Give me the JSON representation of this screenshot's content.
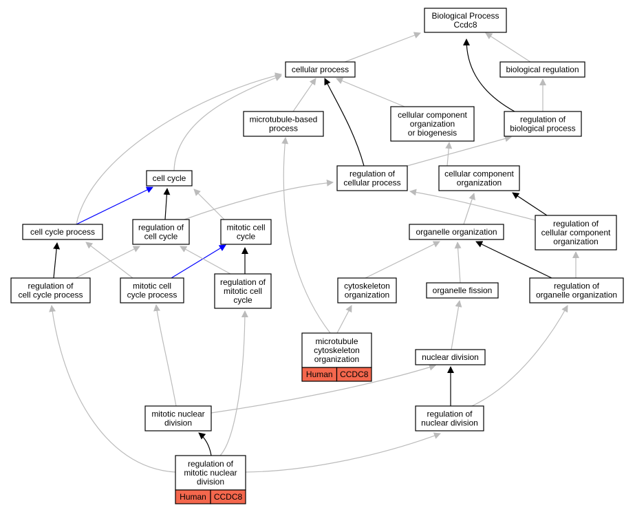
{
  "graph": {
    "colors": {
      "is_a": "#bbbbbb",
      "regulates": "#000000",
      "part_of": "#0000ff",
      "annotation": "#f4674d"
    },
    "nodes": [
      {
        "id": "bp",
        "lines": [
          "Biological Process",
          "Ccdc8"
        ]
      },
      {
        "id": "cellular_process",
        "lines": [
          "cellular process"
        ]
      },
      {
        "id": "biological_regulation",
        "lines": [
          "biological regulation"
        ]
      },
      {
        "id": "microtubule_based_process",
        "lines": [
          "microtubule-based",
          "process"
        ]
      },
      {
        "id": "ccob",
        "lines": [
          "cellular component",
          "organization",
          "or biogenesis"
        ]
      },
      {
        "id": "reg_bio_process",
        "lines": [
          "regulation of",
          "biological process"
        ]
      },
      {
        "id": "cell_cycle",
        "lines": [
          "cell cycle"
        ]
      },
      {
        "id": "reg_cellular_process",
        "lines": [
          "regulation of",
          "cellular process"
        ]
      },
      {
        "id": "cco",
        "lines": [
          "cellular component",
          "organization"
        ]
      },
      {
        "id": "cell_cycle_process",
        "lines": [
          "cell cycle process"
        ]
      },
      {
        "id": "reg_cell_cycle",
        "lines": [
          "regulation of",
          "cell cycle"
        ]
      },
      {
        "id": "mitotic_cell_cycle",
        "lines": [
          "mitotic cell",
          "cycle"
        ]
      },
      {
        "id": "organelle_org",
        "lines": [
          "organelle organization"
        ]
      },
      {
        "id": "reg_cco",
        "lines": [
          "regulation of",
          "cellular component",
          "organization"
        ]
      },
      {
        "id": "reg_ccp",
        "lines": [
          "regulation of",
          "cell cycle process"
        ]
      },
      {
        "id": "mitotic_ccp",
        "lines": [
          "mitotic cell",
          "cycle process"
        ]
      },
      {
        "id": "reg_mitotic_cc",
        "lines": [
          "regulation of",
          "mitotic cell",
          "cycle"
        ]
      },
      {
        "id": "cytoskeleton_org",
        "lines": [
          "cytoskeleton",
          "organization"
        ]
      },
      {
        "id": "organelle_fission",
        "lines": [
          "organelle fission"
        ]
      },
      {
        "id": "reg_organelle_org",
        "lines": [
          "regulation of",
          "organelle organization"
        ]
      },
      {
        "id": "mt_cytoskeleton_org",
        "lines": [
          "microtubule",
          "cytoskeleton",
          "organization"
        ],
        "tags": [
          "Human",
          "CCDC8"
        ]
      },
      {
        "id": "nuclear_division",
        "lines": [
          "nuclear division"
        ]
      },
      {
        "id": "mitotic_nuclear_division",
        "lines": [
          "mitotic nuclear",
          "division"
        ]
      },
      {
        "id": "reg_nuclear_division",
        "lines": [
          "regulation of",
          "nuclear division"
        ]
      },
      {
        "id": "reg_mitotic_nd",
        "lines": [
          "regulation of",
          "mitotic nuclear",
          "division"
        ],
        "tags": [
          "Human",
          "CCDC8"
        ]
      }
    ],
    "edges": [
      {
        "from": "cellular_process",
        "to": "bp",
        "type": "is_a"
      },
      {
        "from": "biological_regulation",
        "to": "bp",
        "type": "is_a"
      },
      {
        "from": "reg_bio_process",
        "to": "bp",
        "type": "regulates"
      },
      {
        "from": "reg_bio_process",
        "to": "biological_regulation",
        "type": "is_a"
      },
      {
        "from": "microtubule_based_process",
        "to": "cellular_process",
        "type": "is_a"
      },
      {
        "from": "ccob",
        "to": "cellular_process",
        "type": "is_a"
      },
      {
        "from": "reg_cellular_process",
        "to": "cellular_process",
        "type": "regulates"
      },
      {
        "from": "reg_cellular_process",
        "to": "reg_bio_process",
        "type": "is_a"
      },
      {
        "from": "cell_cycle",
        "to": "cellular_process",
        "type": "is_a"
      },
      {
        "from": "cell_cycle_process",
        "to": "cellular_process",
        "type": "is_a"
      },
      {
        "from": "cco",
        "to": "ccob",
        "type": "is_a"
      },
      {
        "from": "cell_cycle_process",
        "to": "cell_cycle",
        "type": "part_of"
      },
      {
        "from": "reg_cell_cycle",
        "to": "cell_cycle",
        "type": "regulates"
      },
      {
        "from": "mitotic_cell_cycle",
        "to": "cell_cycle",
        "type": "is_a"
      },
      {
        "from": "reg_cell_cycle",
        "to": "reg_cellular_process",
        "type": "is_a"
      },
      {
        "from": "reg_cco",
        "to": "reg_cellular_process",
        "type": "is_a"
      },
      {
        "from": "reg_cco",
        "to": "cco",
        "type": "regulates"
      },
      {
        "from": "organelle_org",
        "to": "cco",
        "type": "is_a"
      },
      {
        "from": "reg_ccp",
        "to": "cell_cycle_process",
        "type": "regulates"
      },
      {
        "from": "reg_ccp",
        "to": "reg_cell_cycle",
        "type": "is_a"
      },
      {
        "from": "mitotic_ccp",
        "to": "cell_cycle_process",
        "type": "is_a"
      },
      {
        "from": "mitotic_ccp",
        "to": "mitotic_cell_cycle",
        "type": "part_of"
      },
      {
        "from": "reg_mitotic_cc",
        "to": "mitotic_cell_cycle",
        "type": "regulates"
      },
      {
        "from": "reg_mitotic_cc",
        "to": "reg_cell_cycle",
        "type": "is_a"
      },
      {
        "from": "cytoskeleton_org",
        "to": "organelle_org",
        "type": "is_a"
      },
      {
        "from": "organelle_fission",
        "to": "organelle_org",
        "type": "is_a"
      },
      {
        "from": "reg_organelle_org",
        "to": "organelle_org",
        "type": "regulates"
      },
      {
        "from": "reg_organelle_org",
        "to": "reg_cco",
        "type": "is_a"
      },
      {
        "from": "mt_cytoskeleton_org",
        "to": "cytoskeleton_org",
        "type": "is_a"
      },
      {
        "from": "mt_cytoskeleton_org",
        "to": "microtubule_based_process",
        "type": "is_a"
      },
      {
        "from": "nuclear_division",
        "to": "organelle_fission",
        "type": "is_a"
      },
      {
        "from": "mitotic_nuclear_division",
        "to": "nuclear_division",
        "type": "is_a"
      },
      {
        "from": "mitotic_nuclear_division",
        "to": "mitotic_ccp",
        "type": "is_a"
      },
      {
        "from": "reg_nuclear_division",
        "to": "nuclear_division",
        "type": "regulates"
      },
      {
        "from": "reg_nuclear_division",
        "to": "reg_organelle_org",
        "type": "is_a"
      },
      {
        "from": "reg_mitotic_nd",
        "to": "mitotic_nuclear_division",
        "type": "regulates"
      },
      {
        "from": "reg_mitotic_nd",
        "to": "reg_mitotic_cc",
        "type": "is_a"
      },
      {
        "from": "reg_mitotic_nd",
        "to": "reg_ccp",
        "type": "is_a"
      },
      {
        "from": "reg_mitotic_nd",
        "to": "reg_nuclear_division",
        "type": "is_a"
      }
    ]
  }
}
